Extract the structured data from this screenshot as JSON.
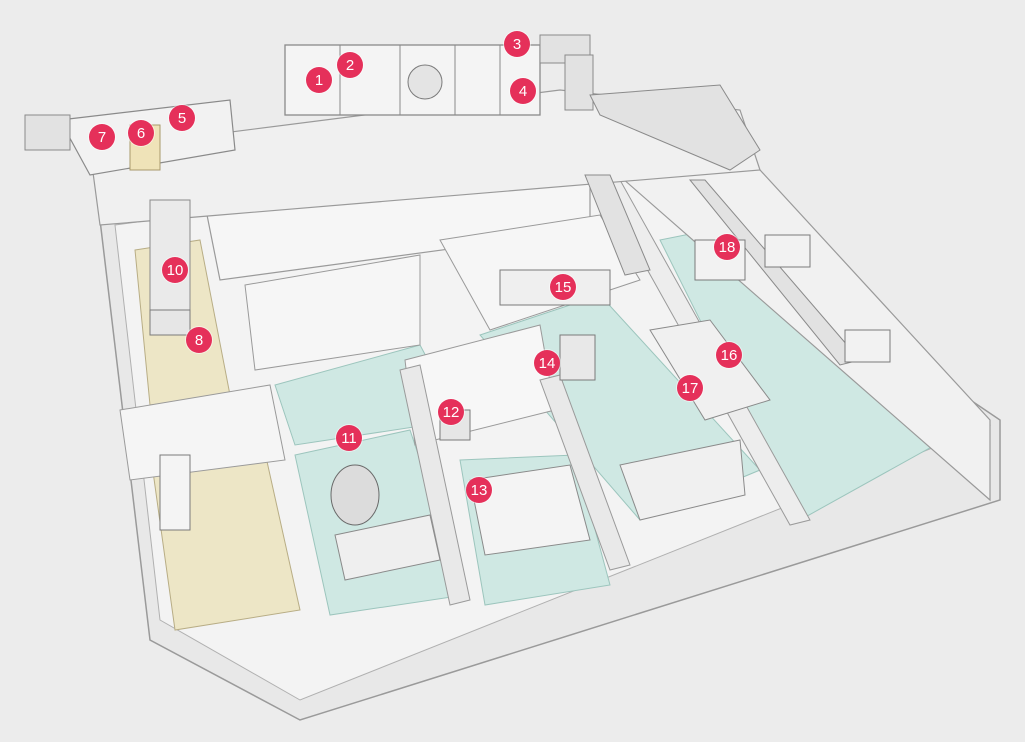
{
  "colors": {
    "background": "#ececec",
    "wall": "#f6f6f6",
    "wall_edge": "#9a9a9a",
    "clean_floor": "#cfe8e3",
    "service_floor": "#ede6c6",
    "duct": "#e2e2e2",
    "marker": "#e5305a",
    "marker_text": "#ffffff"
  },
  "markers": [
    {
      "id": "1",
      "label": "1"
    },
    {
      "id": "2",
      "label": "2"
    },
    {
      "id": "3",
      "label": "3"
    },
    {
      "id": "4",
      "label": "4"
    },
    {
      "id": "5",
      "label": "5"
    },
    {
      "id": "6",
      "label": "6"
    },
    {
      "id": "7",
      "label": "7"
    },
    {
      "id": "8",
      "label": "8"
    },
    {
      "id": "10",
      "label": "10"
    },
    {
      "id": "11",
      "label": "11"
    },
    {
      "id": "12",
      "label": "12"
    },
    {
      "id": "13",
      "label": "13"
    },
    {
      "id": "14",
      "label": "14"
    },
    {
      "id": "15",
      "label": "15"
    },
    {
      "id": "16",
      "label": "16"
    },
    {
      "id": "17",
      "label": "17"
    },
    {
      "id": "18",
      "label": "18"
    }
  ]
}
